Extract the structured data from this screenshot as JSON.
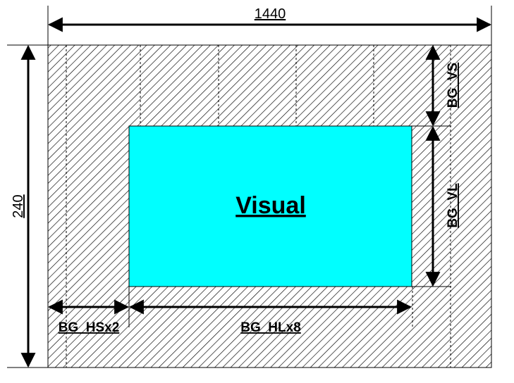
{
  "diagram": {
    "width_label": "1440",
    "height_label": "240",
    "visual_label": "Visual",
    "vs_label": "BG_VS",
    "vl_label": "BG_VL",
    "hs_label": "BG_HSx2",
    "hl_label": "BG_HLx8",
    "colors": {
      "visual_fill": "#00ffff",
      "hatch": "#000000",
      "background": "#ffffff"
    }
  }
}
